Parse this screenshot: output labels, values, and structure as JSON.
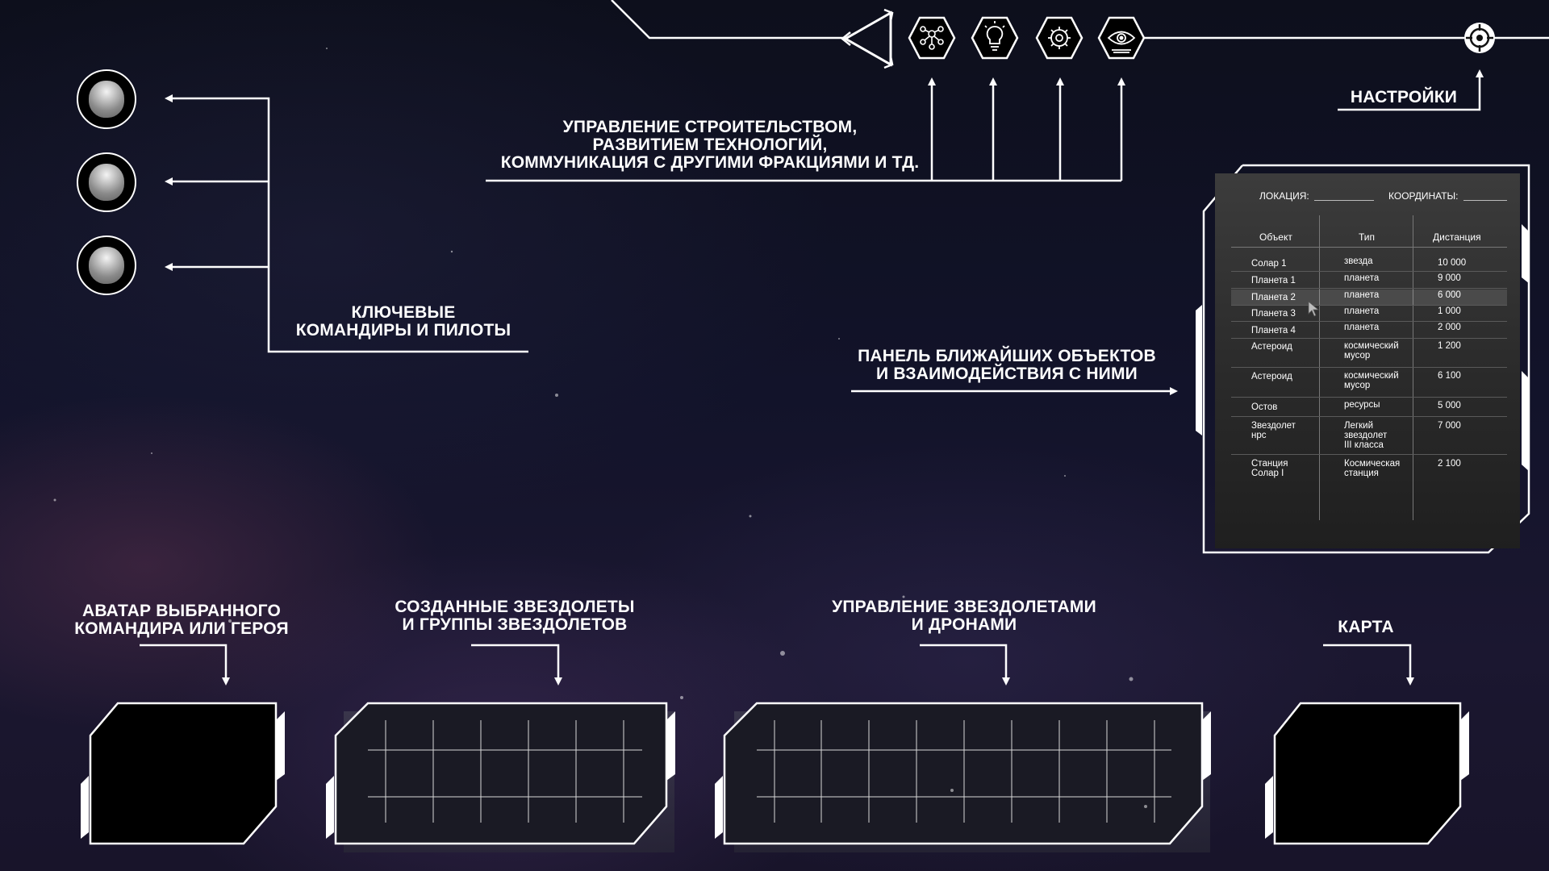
{
  "labels": {
    "management": [
      "УПРАВЛЕНИЕ СТРОИТЕЛЬСТВОМ,",
      "РАЗВИТИЕМ ТЕХНОЛОГИЙ,",
      "КОММУНИКАЦИЯ С ДРУГИМИ ФРАКЦИЯМИ И ТД."
    ],
    "settings": "НАСТРОЙКИ",
    "commanders": [
      "КЛЮЧЕВЫЕ",
      "КОМАНДИРЫ И ПИЛОТЫ"
    ],
    "objects_panel": [
      "ПАНЕЛЬ БЛИЖАЙШИХ ОБЪЕКТОВ",
      "И ВЗАИМОДЕЙСТВИЯ С НИМИ"
    ],
    "avatar": [
      "АВАТАР ВЫБРАННОГО",
      "КОМАНДИРА ИЛИ ГЕРОЯ"
    ],
    "ships": [
      "СОЗДАННЫЕ ЗВЕЗДОЛЕТЫ",
      "И ГРУППЫ ЗВЕЗДОЛЕТОВ"
    ],
    "control": [
      "УПРАВЛЕНИЕ ЗВЕЗДОЛЕТАМИ",
      "И ДРОНАМИ"
    ],
    "map": "КАРТА"
  },
  "top_icons": [
    "back-triangle-icon",
    "network-icon",
    "lightbulb-icon",
    "gear-circuit-icon",
    "eye-icon",
    "settings-crosshair-icon"
  ],
  "panel": {
    "location_label": "ЛОКАЦИЯ:",
    "coords_label": "КООРДИНАТЫ:",
    "columns": [
      "Объект",
      "Тип",
      "Дистанция"
    ],
    "rows": [
      {
        "object": "Солар 1",
        "type": "звезда",
        "distance": "10 000"
      },
      {
        "object": "Планета 1",
        "type": "планета",
        "distance": "9 000"
      },
      {
        "object": "Планета 2",
        "type": "планета",
        "distance": "6 000"
      },
      {
        "object": "Планета 3",
        "type": "планета",
        "distance": "1 000"
      },
      {
        "object": "Планета 4",
        "type": "планета",
        "distance": "2 000"
      },
      {
        "object": "Астероид",
        "type": "космический мусор",
        "distance": "1 200"
      },
      {
        "object": "Астероид",
        "type": "космический мусор",
        "distance": "6 100"
      },
      {
        "object": "Остов",
        "type": "ресурсы",
        "distance": "5 000"
      },
      {
        "object": "Звездолет нрс",
        "type": "Легкий звездолет III класса",
        "distance": "7 000"
      },
      {
        "object": "Станция Солар I",
        "type": "Космическая станция",
        "distance": "2 100"
      }
    ]
  },
  "colors": {
    "line": "#ffffff",
    "panel_bg": "#2e2e2e",
    "space": "#12132a"
  }
}
